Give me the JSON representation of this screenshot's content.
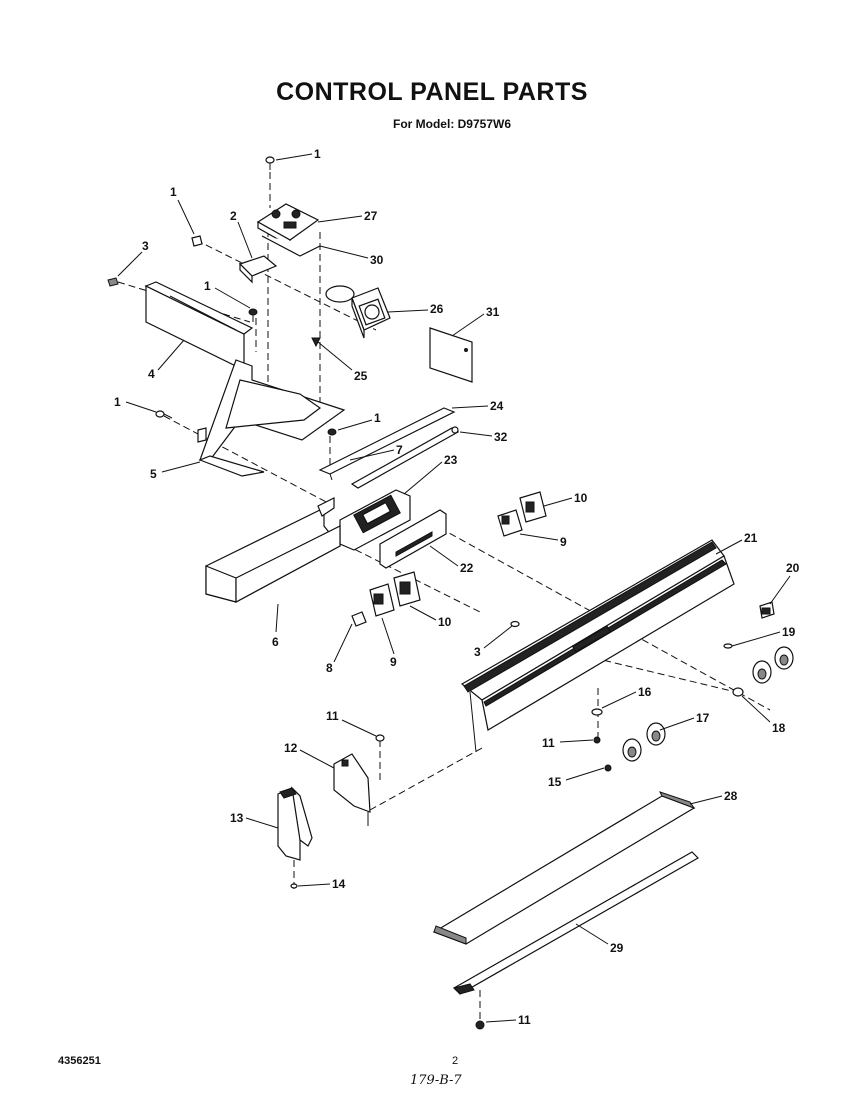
{
  "header": {
    "title": "CONTROL PANEL PARTS",
    "subtitle": "For Model: D9757W6"
  },
  "footer": {
    "doc_number": "4356251",
    "page_number": "2",
    "handwritten": "179-B-7"
  },
  "callouts": [
    "1",
    "1",
    "3",
    "2",
    "27",
    "30",
    "26",
    "1",
    "31",
    "4",
    "25",
    "1",
    "1",
    "24",
    "32",
    "7",
    "5",
    "23",
    "10",
    "9",
    "22",
    "6",
    "21",
    "20",
    "3",
    "8",
    "9",
    "10",
    "19",
    "18",
    "16",
    "17",
    "11",
    "11",
    "12",
    "15",
    "13",
    "28",
    "14",
    "29",
    "11"
  ]
}
